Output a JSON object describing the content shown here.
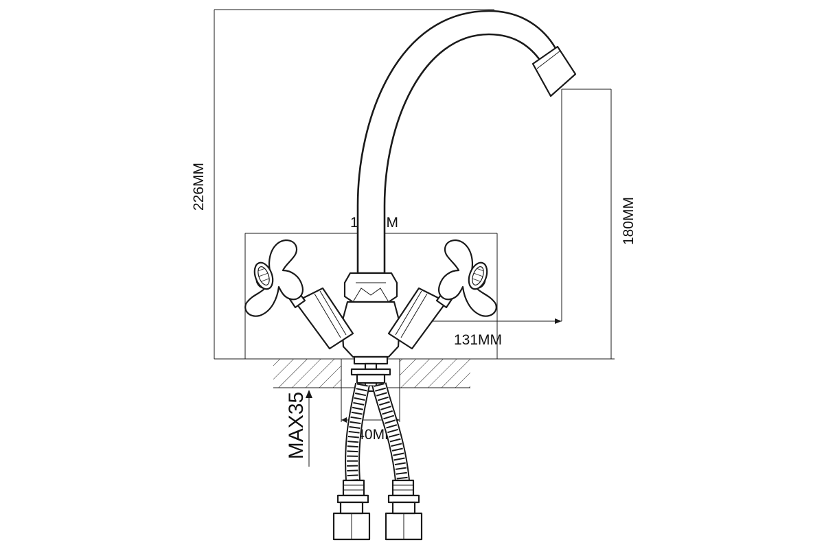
{
  "dimensions": {
    "total_height": "226MM",
    "spout_height": "180MM",
    "handle_span": "160MM",
    "spout_reach": "131MM",
    "hole_diameter": "ø40MM",
    "max_counter_thickness": "MAX35"
  }
}
